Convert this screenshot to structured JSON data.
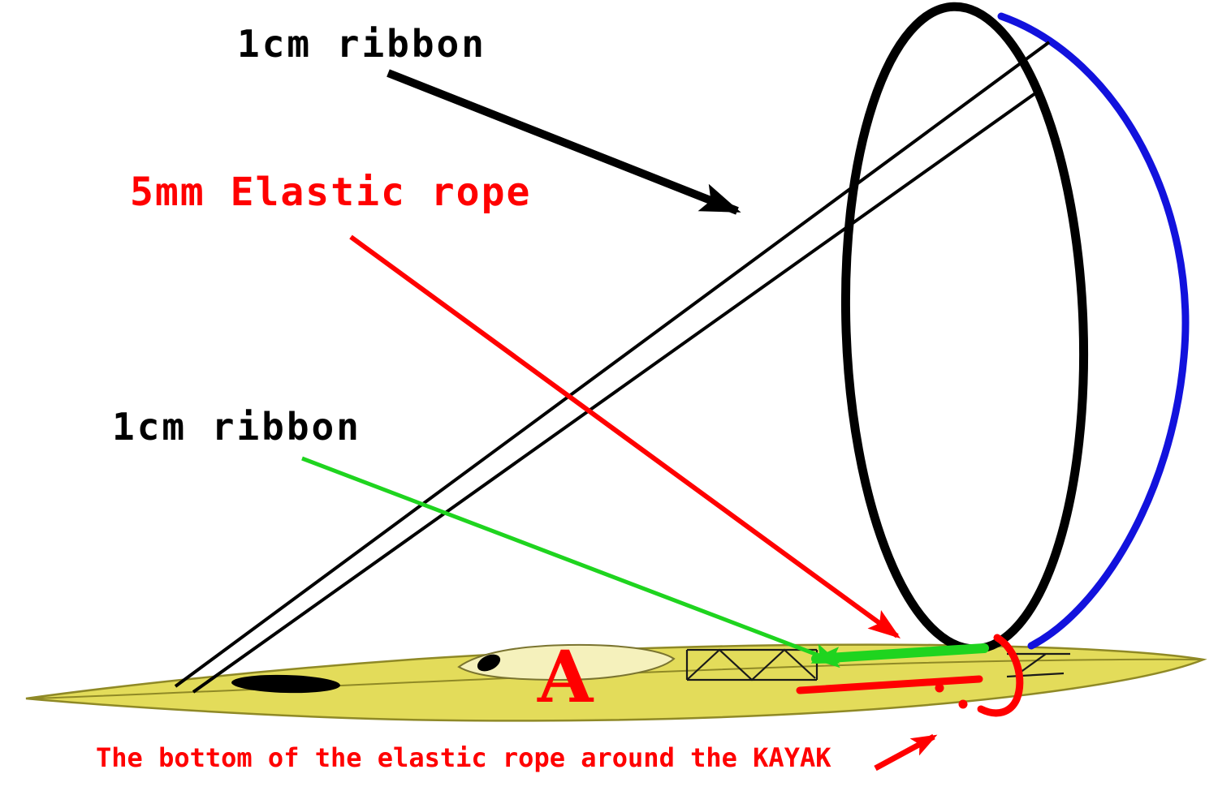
{
  "labels": {
    "ribbon_top": "1cm ribbon",
    "elastic_rope": "5mm Elastic rope",
    "ribbon_lower": "1cm ribbon",
    "point_a": "A",
    "bottom_caption": "The bottom of the elastic rope around the KAYAK"
  },
  "icons": {
    "hoop": "cockpit-hoop-ring",
    "kayak": "kayak-side-view"
  },
  "colors": {
    "ink_black": "#000000",
    "rope_red": "#ff0000",
    "ribbon_green": "#1fd41f",
    "hoop_blue": "#1212dd",
    "kayak_fill": "#e3dc5a",
    "kayak_outline": "#8f8926",
    "deck_light": "#f5f1bc",
    "background": "#ffffff"
  }
}
